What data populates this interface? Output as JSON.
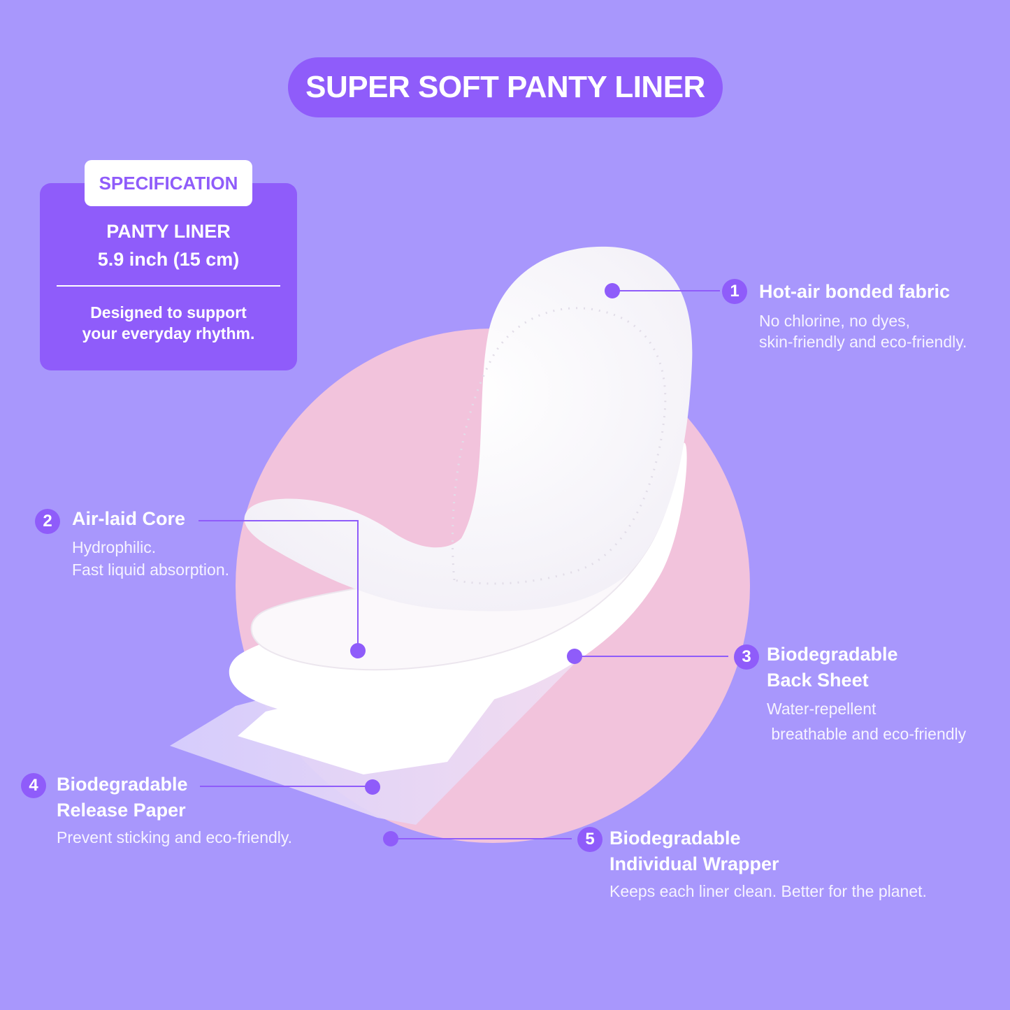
{
  "title": "SUPER SOFT PANTY LINER",
  "specification": {
    "tag": "SPECIFICATION",
    "product": "PANTY LINER",
    "size": "5.9 inch (15 cm)",
    "description_line1": "Designed to support",
    "description_line2": "your everyday rhythm."
  },
  "layers": [
    {
      "number": "1",
      "title_line1": "Hot-air bonded fabric",
      "desc_line1": "No chlorine, no dyes,",
      "desc_line2": "skin-friendly and eco-friendly."
    },
    {
      "number": "2",
      "title_line1": "Air-laid Core",
      "desc_line1": "Hydrophilic.",
      "desc_line2": "Fast liquid absorption."
    },
    {
      "number": "3",
      "title_line1": "Biodegradable",
      "title_line2": "Back Sheet",
      "desc_line1": "Water-repellent",
      "desc_line2": " breathable and eco-friendly"
    },
    {
      "number": "4",
      "title_line1": "Biodegradable",
      "title_line2": "Release Paper",
      "desc_line1": "Prevent sticking and eco-friendly."
    },
    {
      "number": "5",
      "title_line1": "Biodegradable",
      "title_line2": "Individual Wrapper",
      "desc_line1": "Keeps each liner clean. Better for the planet."
    }
  ],
  "colors": {
    "background": "#a897fc",
    "accent": "#8f5cfa",
    "circle": "#f2c3dc",
    "white": "#ffffff"
  }
}
